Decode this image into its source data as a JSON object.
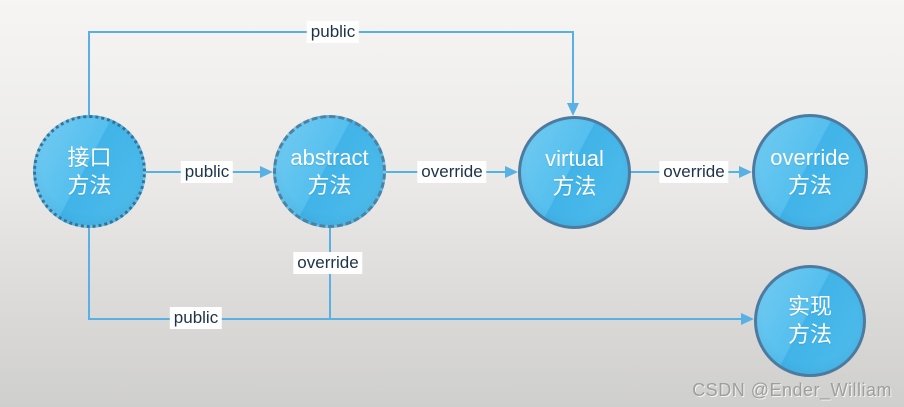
{
  "diagram": {
    "nodes": {
      "interface": {
        "line1": "接口",
        "line2": "方法"
      },
      "abstract": {
        "line1": "abstract",
        "line2": "方法"
      },
      "virtual": {
        "line1": "virtual",
        "line2": "方法"
      },
      "override": {
        "line1": "override",
        "line2": "方法"
      },
      "implementation": {
        "line1": "实现",
        "line2": "方法"
      }
    },
    "edges": {
      "interface_to_virtual": "public",
      "interface_to_abstract": "public",
      "abstract_to_virtual": "override",
      "virtual_to_override": "override",
      "abstract_to_implementation": "override",
      "interface_to_implementation": "public"
    }
  },
  "colors": {
    "line": "#58b1e4",
    "node_fill": "#55bfee",
    "node_fill_light": "#74ccf2",
    "node_border": "#4d7ba0",
    "label_text": "#1d3348",
    "canvas_top": "#f6f5f3",
    "canvas_bottom": "#cfcfcd",
    "watermark_color": "#9e9e9e"
  },
  "watermark": "CSDN @Ender_William"
}
